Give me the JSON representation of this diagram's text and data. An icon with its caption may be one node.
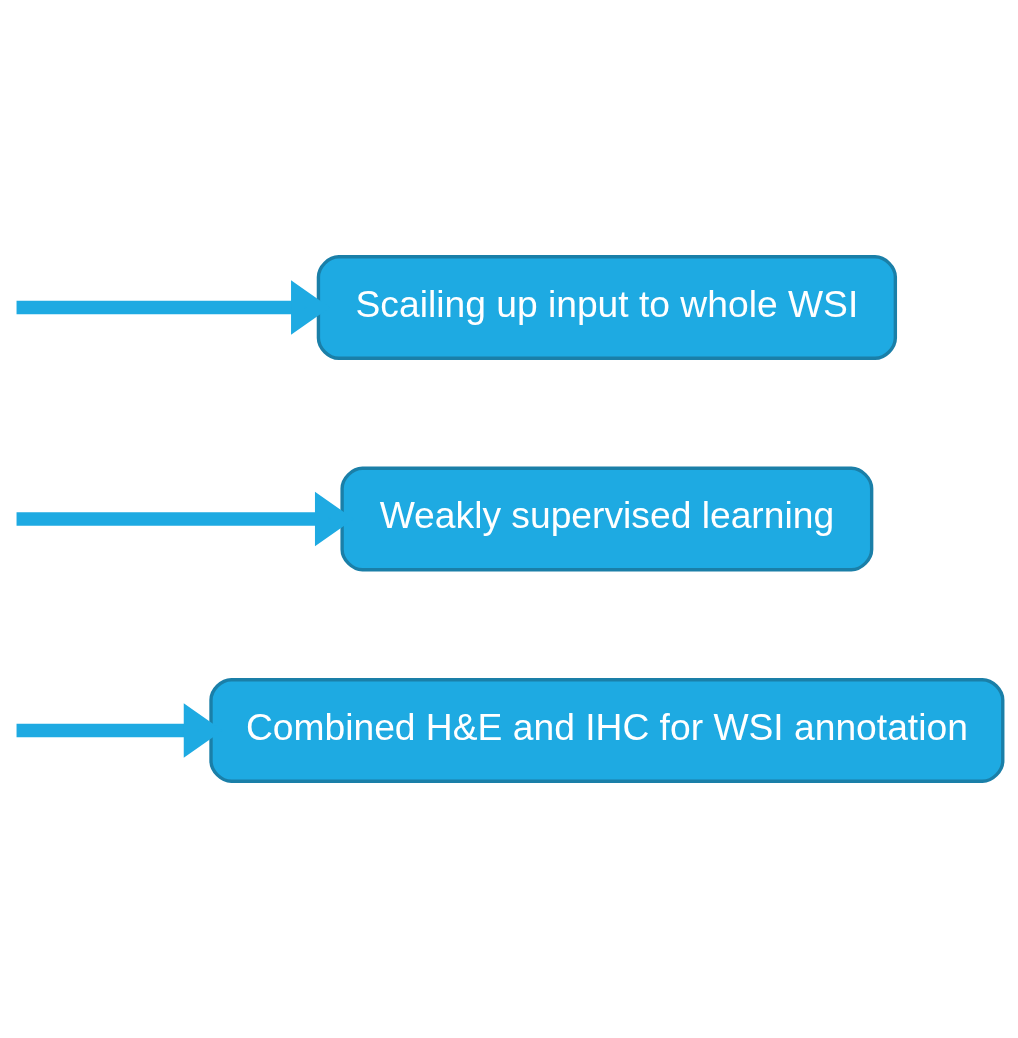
{
  "diagram": {
    "nodes": [
      {
        "text": [
          "Combined H&E and IHC for WSI annotation"
        ]
      },
      {
        "text": [
          "Weakly supervised learning"
        ]
      },
      {
        "text": [
          "Scailing up input to whole WSI"
        ]
      }
    ],
    "edges": [
      {
        "from": null,
        "to": 0,
        "arrow": "to"
      },
      {
        "from": null,
        "to": 1,
        "arrow": "to"
      },
      {
        "from": null,
        "to": 2,
        "arrow": "to"
      }
    ]
  }
}
